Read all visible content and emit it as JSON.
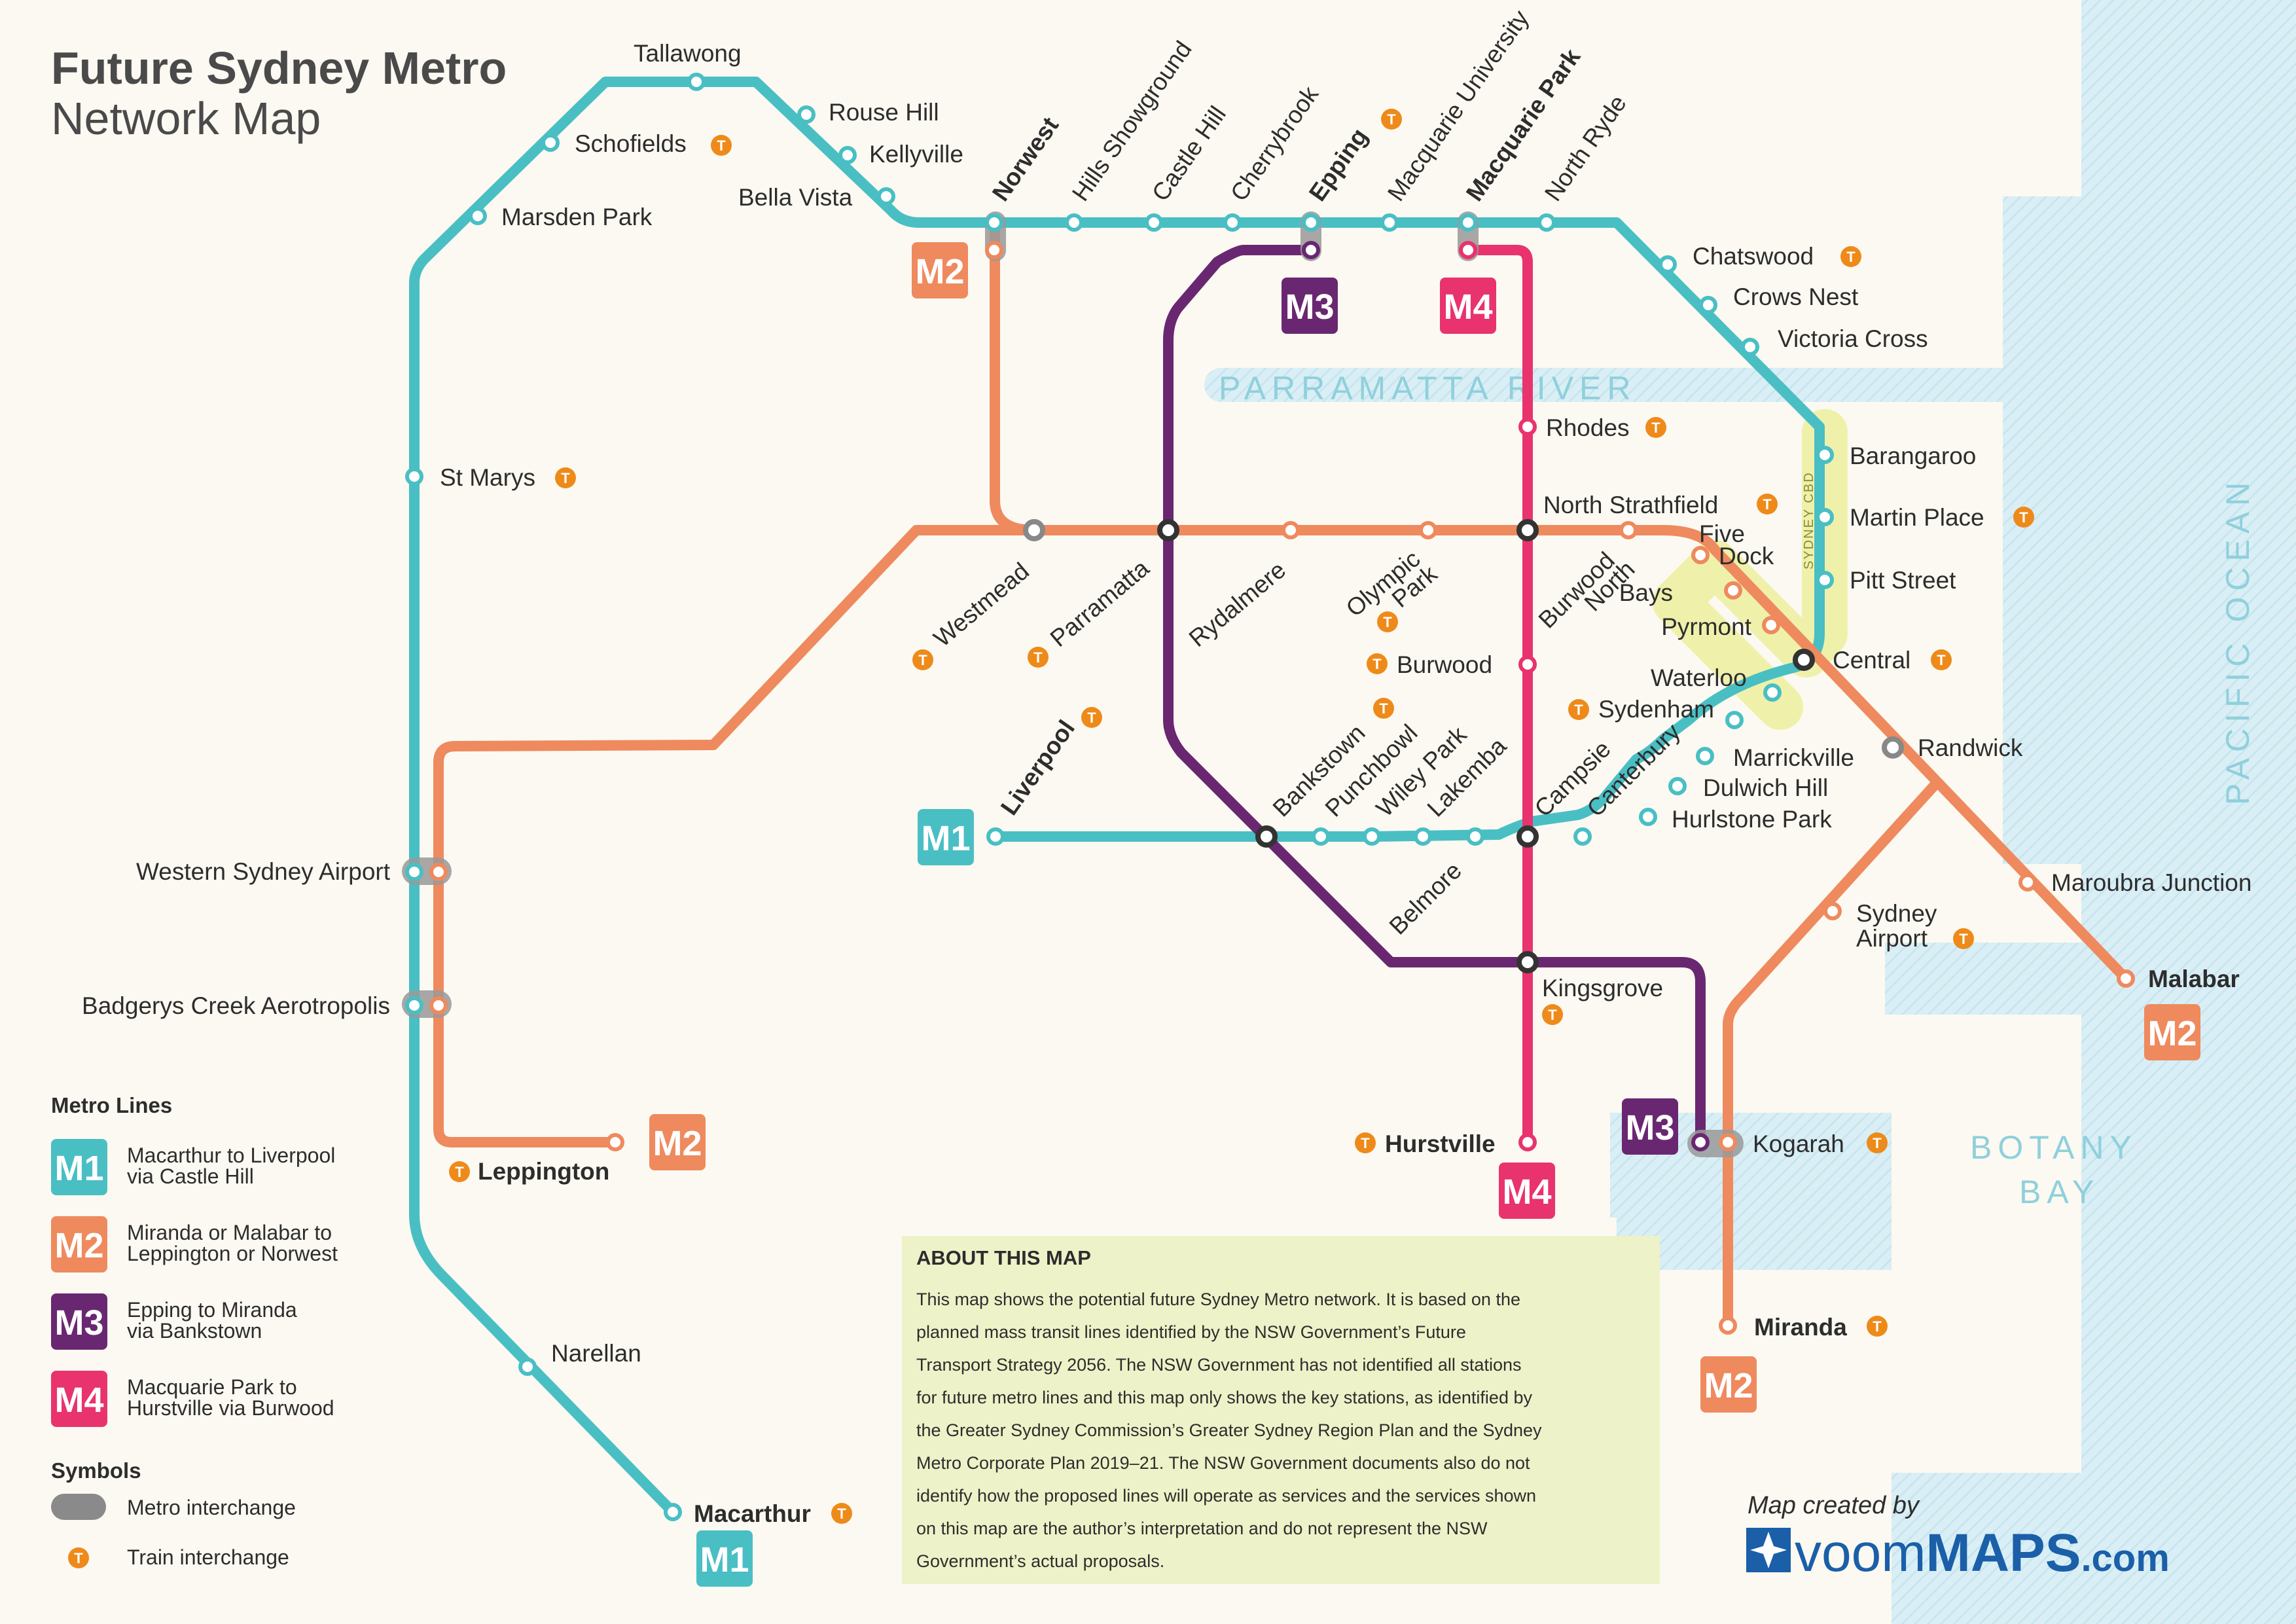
{
  "title": {
    "line1": "Future Sydney Metro",
    "line2": "Network Map"
  },
  "colors": {
    "M1": "#49bfc4",
    "M2": "#ee8a5e",
    "M3": "#6a2771",
    "M4": "#e8336e",
    "train": "#ee8a1a",
    "water": "#d6edf4",
    "text": "#2d2d2d"
  },
  "water_labels": {
    "parramatta": "PARRAMATTA RIVER",
    "pacific": "PACIFIC OCEAN",
    "botany1": "BOTANY",
    "botany2": "BAY"
  },
  "cbd_label": "SYDNEY CBD",
  "badges": [
    {
      "line": "M2",
      "label": "M2"
    },
    {
      "line": "M3",
      "label": "M3"
    },
    {
      "line": "M4",
      "label": "M4"
    },
    {
      "line": "M1",
      "label": "M1"
    },
    {
      "line": "M2",
      "label": "M2"
    },
    {
      "line": "M2",
      "label": "M2"
    },
    {
      "line": "M3",
      "label": "M3"
    },
    {
      "line": "M4",
      "label": "M4"
    },
    {
      "line": "M2",
      "label": "M2"
    },
    {
      "line": "M1",
      "label": "M1"
    }
  ],
  "stations": {
    "tallawong": "Tallawong",
    "rouse_hill": "Rouse Hill",
    "schofields": "Schofields",
    "kellyville": "Kellyville",
    "bella_vista": "Bella Vista",
    "marsden_park": "Marsden Park",
    "st_marys": "St Marys",
    "western_sydney_airport": "Western Sydney Airport",
    "badgerys_creek": "Badgerys Creek Aerotropolis",
    "narellan": "Narellan",
    "macarthur": "Macarthur",
    "leppington": "Leppington",
    "norwest": "Norwest",
    "hills_showground": "Hills Showground",
    "castle_hill": "Castle Hill",
    "cherrybrook": "Cherrybrook",
    "epping": "Epping",
    "macquarie_university": "Macquarie University",
    "macquarie_park": "Macquarie Park",
    "north_ryde": "North Ryde",
    "chatswood": "Chatswood",
    "crows_nest": "Crows Nest",
    "victoria_cross": "Victoria Cross",
    "barangaroo": "Barangaroo",
    "martin_place": "Martin Place",
    "pitt_street": "Pitt Street",
    "central": "Central",
    "rhodes": "Rhodes",
    "north_strathfield": "North Strathfield",
    "five_dock_1": "Five",
    "five_dock_2": "Dock",
    "bays": "Bays",
    "pyrmont": "Pyrmont",
    "westmead": "Westmead",
    "parramatta": "Parramatta",
    "rydalmere": "Rydalmere",
    "olympic_park_1": "Olympic",
    "olympic_park_2": "Park",
    "burwood_north_1": "Burwood",
    "burwood_north_2": "North",
    "burwood": "Burwood",
    "waterloo": "Waterloo",
    "sydenham": "Sydenham",
    "marrickville": "Marrickville",
    "dulwich_hill": "Dulwich Hill",
    "hurlstone_park": "Hurlstone Park",
    "randwick": "Randwick",
    "maroubra_junction": "Maroubra Junction",
    "malabar": "Malabar",
    "sydney_airport_1": "Sydney",
    "sydney_airport_2": "Airport",
    "liverpool": "Liverpool",
    "bankstown": "Bankstown",
    "punchbowl": "Punchbowl",
    "wiley_park": "Wiley Park",
    "lakemba": "Lakemba",
    "campsie": "Campsie",
    "canterbury": "Canterbury",
    "belmore": "Belmore",
    "kingsgrove": "Kingsgrove",
    "hurstville": "Hurstville",
    "kogarah": "Kogarah",
    "miranda": "Miranda"
  },
  "legend": {
    "heading": "Metro Lines",
    "lines": [
      {
        "badge": "M1",
        "line": "M1",
        "desc1": "Macarthur to Liverpool",
        "desc2": "via Castle Hill"
      },
      {
        "badge": "M2",
        "line": "M2",
        "desc1": "Miranda or Malabar to",
        "desc2": "Leppington or Norwest"
      },
      {
        "badge": "M3",
        "line": "M3",
        "desc1": "Epping to Miranda",
        "desc2": "via Bankstown"
      },
      {
        "badge": "M4",
        "line": "M4",
        "desc1": "Macquarie Park to",
        "desc2": "Hurstville via Burwood"
      }
    ],
    "symbols_heading": "Symbols",
    "metro_interchange": "Metro interchange",
    "train_interchange": "Train interchange",
    "train_glyph": "T"
  },
  "about": {
    "heading": "ABOUT THIS MAP",
    "lines": [
      "This map shows the potential future Sydney Metro network. It is based on the",
      "planned mass transit lines identified by the NSW Government’s Future",
      "Transport Strategy 2056. The NSW Government has not identified all stations",
      "for future metro lines and this map only shows the key stations, as identified by",
      "the Greater Sydney Commission’s Greater Sydney Region Plan and the Sydney",
      "Metro Corporate Plan 2019–21. The NSW Government documents also do not",
      "identify how the proposed lines will operate as services and the services shown",
      "on this map are the author’s interpretation and do not represent the NSW",
      "Government’s actual proposals."
    ]
  },
  "credit": {
    "line1": "Map created by",
    "brand1": "voom",
    "brand2": "MAPS",
    "brand3": ".com"
  }
}
